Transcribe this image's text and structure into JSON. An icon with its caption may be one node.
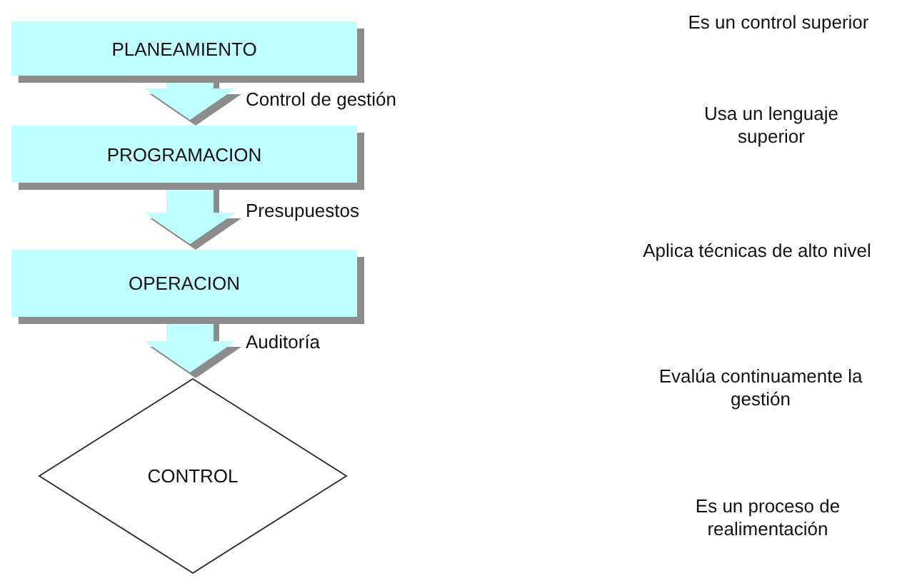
{
  "diagram": {
    "nodes": [
      {
        "text": [
          "PLANEAMIENTO"
        ]
      },
      {
        "text": [
          "PROGRAMACION"
        ]
      },
      {
        "text": [
          "OPERACION"
        ]
      },
      {
        "text": [
          "CONTROL"
        ]
      }
    ],
    "edges": [
      {
        "from": 0,
        "to": 1,
        "arrow": "to",
        "label": "Control de gestión"
      },
      {
        "from": 1,
        "to": 2,
        "arrow": "to",
        "label": "Presupuestos"
      },
      {
        "from": 2,
        "to": 3,
        "arrow": "to",
        "label": "Auditoría"
      }
    ],
    "labels": [
      "Es un control superior",
      "Usa un lenguaje superior",
      "Aplica técnicas de alto nivel",
      "Evalúa continuamente la gestión",
      "Es un proceso de realimentación"
    ]
  }
}
